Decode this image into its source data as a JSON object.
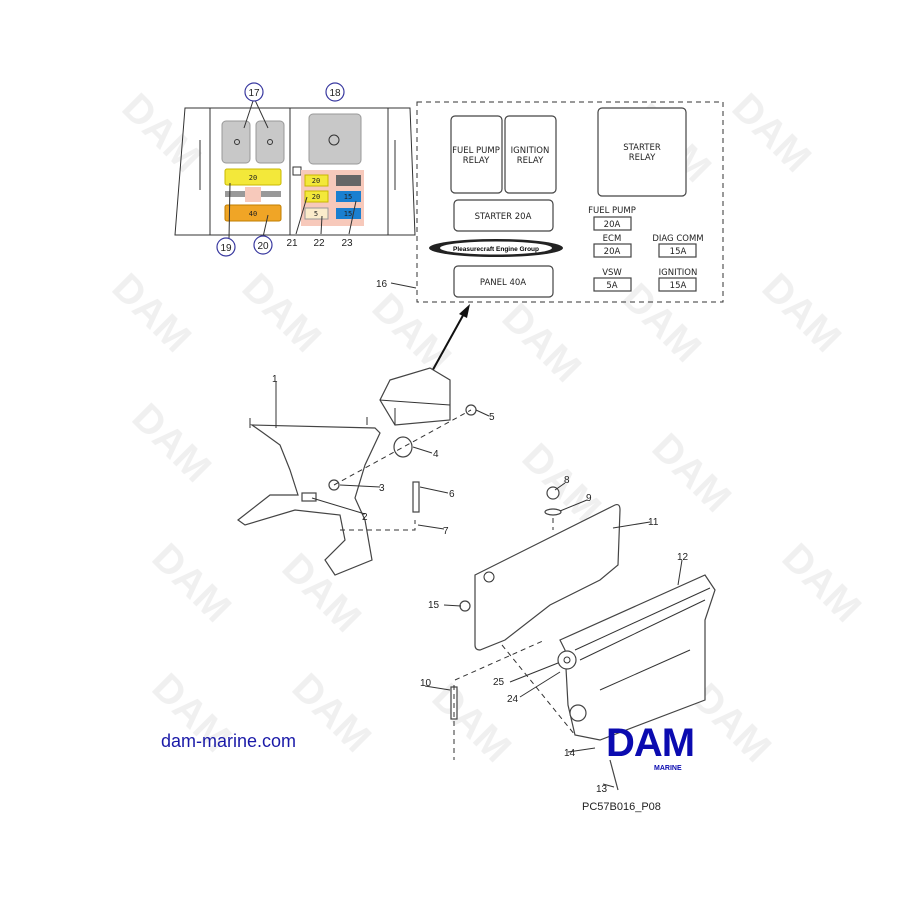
{
  "watermark": "DAM",
  "website": "dam-marine.com",
  "drawing_ref": "PC57B016_P08",
  "logo": {
    "main": "DAM",
    "sub": "MARINE",
    "color": "#0b0bb0"
  },
  "fuse_panel": {
    "fuses": {
      "f19": "20",
      "f20": "40",
      "f21a": "20",
      "f21b": "20",
      "f22": "5",
      "f23a": "15",
      "f23b": "15"
    },
    "colors": {
      "yellow": "#f3e83a",
      "orange": "#f0a526",
      "blue": "#1a7fd0",
      "tan": "#fbeccb",
      "pink": "#f7c9bb",
      "relay_gray": "#c8c8c8"
    }
  },
  "legend": {
    "fuel_pump_relay": [
      "FUEL PUMP",
      "RELAY"
    ],
    "ignition_relay": [
      "IGNITION",
      "RELAY"
    ],
    "starter_relay": [
      "STARTER",
      "RELAY"
    ],
    "starter_fuse": "STARTER 20A",
    "brand": "Pleasurecraft Engine Group",
    "panel_fuse": "PANEL 40A",
    "fuel_pump": {
      "label": "FUEL PUMP",
      "value": "20A"
    },
    "ecm": {
      "label": "ECM",
      "value": "20A"
    },
    "diag_comm": {
      "label": "DIAG COMM",
      "value": "15A"
    },
    "vsw": {
      "label": "VSW",
      "value": "5A"
    },
    "ignition": {
      "label": "IGNITION",
      "value": "15A"
    }
  },
  "callouts": {
    "c1": "1",
    "c2": "2",
    "c3": "3",
    "c4": "4",
    "c5": "5",
    "c6": "6",
    "c7": "7",
    "c8": "8",
    "c9": "9",
    "c10": "10",
    "c11": "11",
    "c12": "12",
    "c13": "13",
    "c14": "14",
    "c15": "15",
    "c16": "16",
    "c17": "17",
    "c18": "18",
    "c19": "19",
    "c20": "20",
    "c21": "21",
    "c22": "22",
    "c23": "23",
    "c24": "24",
    "c25": "25"
  }
}
